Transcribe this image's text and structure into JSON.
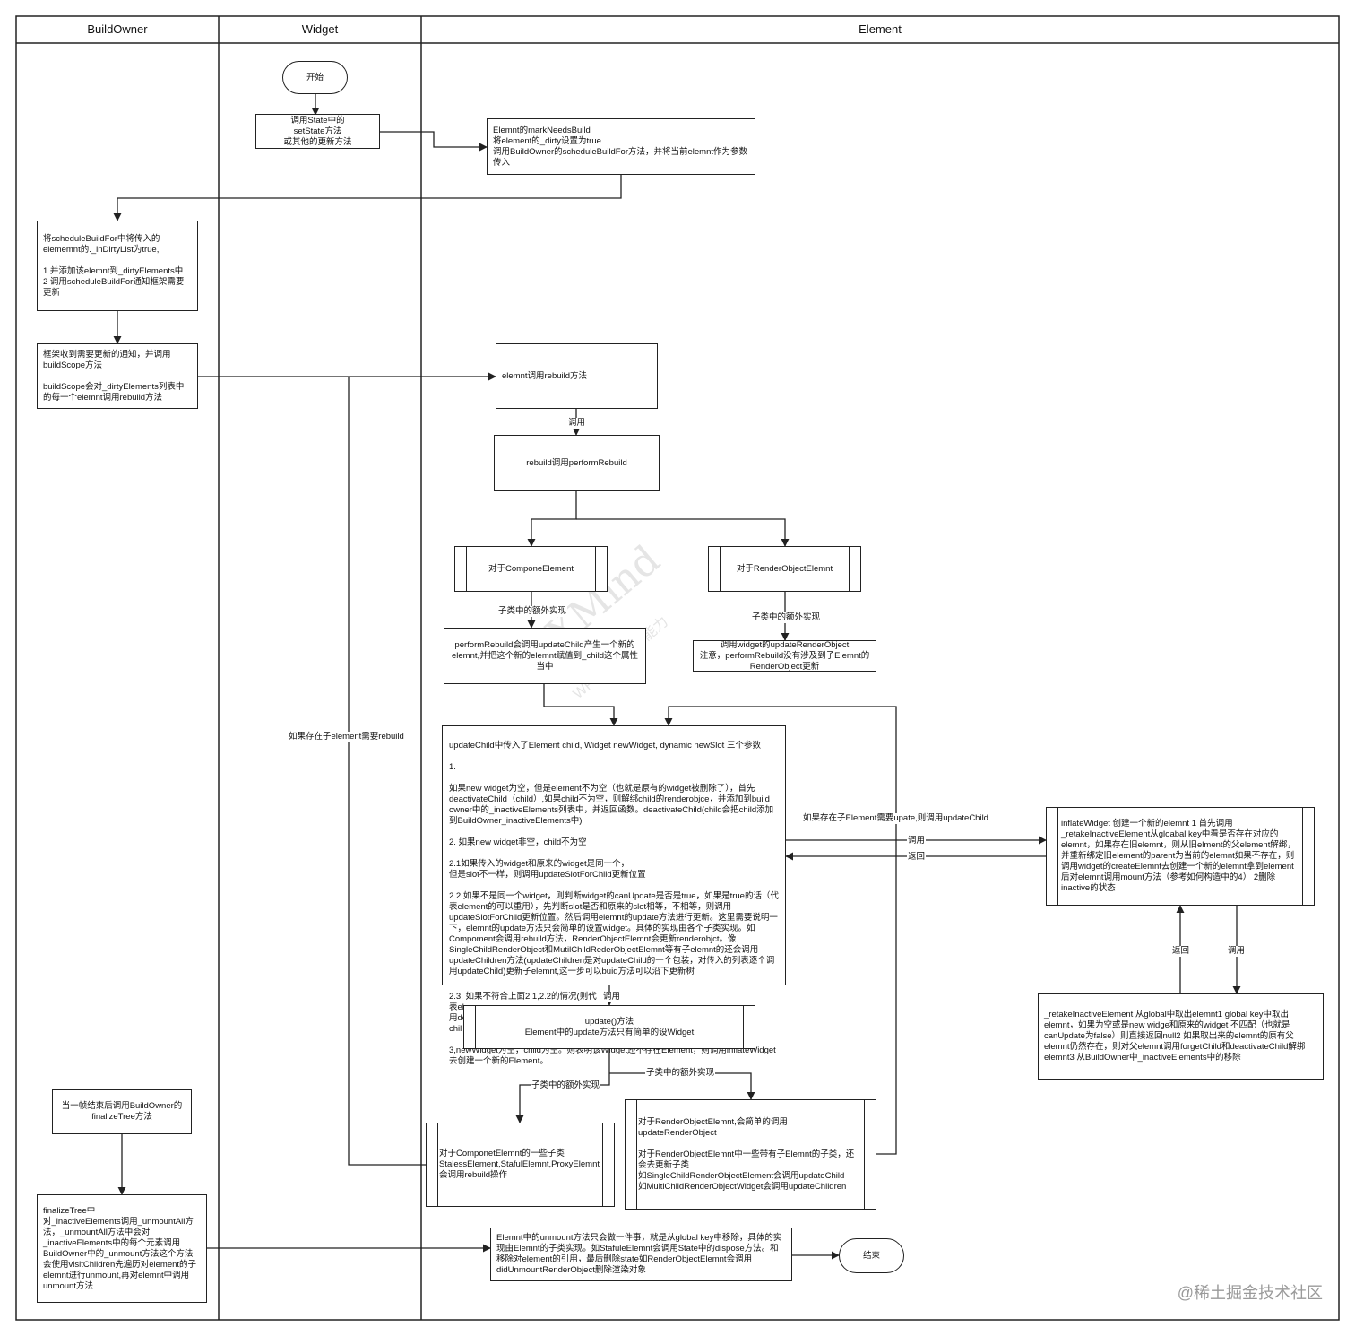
{
  "lanes": {
    "build_owner": "BuildOwner",
    "widget": "Widget",
    "element": "Element"
  },
  "nodes": {
    "start": "开始",
    "set_state": "调用State中的\nsetState方法\n或其他的更新方法",
    "mark_needs_build": "Elemnt的markNeedsBuild\n将element的_dirty设置为true\n调用BuildOwner的scheduleBuildFor方法，并将当前elemnt作为参数传入",
    "schedule_build_for": "将scheduleBuildFor中将传入的elememnt的._inDirtyList为true,\n\n1 并添加该elemnt到_dirtyElements中\n2 调用scheduleBuildFor通知框架需要更新",
    "build_scope": "框架收到需要更新的通知，并调用buildScope方法\n\nbuildScope会对_dirtyElements列表中的每一个elemnt调用rebuild方法",
    "rebuild": "elemnt调用rebuild方法",
    "perform_rebuild": "rebuild调用performRebuild",
    "component_element": "对于ComponeElement",
    "render_object_element": "对于RenderObjectElemnt",
    "perform_rebuild_detail": "performRebuild会调用updateChild产生一个新的elemnt,并把这个新的elemnt赋值到_child这个属性当中",
    "update_render_object": "调用widget的updateRenderObject\n注意，performRebuild没有涉及到子Elemnt的RenderObject更新",
    "update_child": "updateChild中传入了Element child, Widget newWidget, dynamic newSlot 三个参数\n\n1.\n\n如果new widget为空，但是element不为空（也就是原有的widget被删除了），首先deactivateChild（child）,如果child不为空，则解绑child的renderobjce，并添加到build owner中的_inactiveElements列表中，并返回函数。deactivateChild(child会把child添加到BuildOwner_inactiveElements中)\n\n2. 如果new widget非空，child不为空\n\n2.1如果传入的widget和原来的widget是同一个，\n但是slot不一样，则调用updateSlotForChild更新位置\n\n2.2 如果不是同一个widget，则判断widget的canUpdate是否是true，如果是true的话（代表element的可以重用），先判断slot是否和原来的slot相等，不相等，则调用updateSlotForChild更新位置。然后调用elemnt的update方法进行更新。这里需要说明一下，elemnt的update方法只会简单的设置widget。具体的实现由各个子类实现。如Compoment会调用rebuild方法，RenderObjectElemnt会更新renderobjct。像SingleChildRenderObject和MutilChildRederObjectElemnt等有子elemnt的还会调用updateChildren方法(updateChildren是对updateChild的一个包装，对传入的列表逐个调用updateChild)更新子elemnt,这一步可以buid方法可以沿下更新树",
    "update_child_continued": "2.3. 如果不符合上面2.1,2.2的情况(则代\n表el\n用de\nchil\n\n3,newWidget为空，child为空。则表明该Widget还不存在Element，则调用inflateWidget去创建一个新的Element。",
    "update_method": "update()方法\nElement中的update方法只有简单的设Widget",
    "inflate_widget": "inflateWidget 创建一个新的elemnt 1 首先调用_retakeInactiveElement从gloabal key中看是否存在对应的elemnt，如果存在旧elemnt，则从旧elment的父element解绑，并重新绑定旧element的parent为当前的elemnt如果不存在，则调用widget的createElemnt去创建一个新的elemnt拿到element后对elemnt调用mount方法（参考如何构造中的4） 2删除inactive的状态",
    "retake_inactive": "_retakeInactiveElement 从global中取出elemnt1 global key中取出elemnt，如果为空或是new widge和原来的widget 不匹配（也就是canUpdate为false）则直接返回null2 如果取出来的elemnt的原有父elemnt仍然存在，则对父elemnt调用forgetChild和deactivateChild解绑 elemnt3 从BuildOwner中_inactiveElements中的移除",
    "componet_subclasses": "对于ComponetElemnt的一些子类StalessElement,StafulElemnt,ProxyElemnt会调用rebuild操作",
    "render_object_update": "对于RenderObjectElemnt,会简单的调用updateRenderObject\n\n对于RenderObjectElemnt中一些带有子Elemnt的子类，还会去更新子类\n如SingleChildRenderObjectElement会调用updateChild\n如MultiChildRenderObjectWidget会调用updateChildren",
    "frame_end": "当一帧结束后调用BuildOwner的finalizeTree方法",
    "finalize_tree": "finalizeTree中\n对_inactiveElements调用_unmountAll方法，_unmountAll方法中会对_inactiveElements中的每个元素调用BuildOwner中的_unmount方法这个方法会使用visitChildren先遍历对element的子elemnt进行unmount,再对elemnt中调用unmount方法",
    "unmount": "Elemnt中的unmount方法只会做一件事，就是从global key中移除，具体的实现由Elemnt的子类实现。如StafuleElemnt会调用State中的dispose方法。和移除对element的引用，最后删除state如RenderObjectElemnt会调用didUnmountRenderObject删除渲染对象",
    "end": "结束"
  },
  "labels": {
    "call_1": "调用",
    "subclass_extra_1": "子类中的额外实现",
    "subclass_extra_2": "子类中的额外实现",
    "if_child_rebuild": "如果存在子element需要rebuild",
    "if_child_update": "如果存在子Element需要upate,则调用updateChild",
    "call_2": "调用",
    "return_1": "返回",
    "return_2": "返回",
    "call_3": "调用",
    "call_4": "调用",
    "subclass_extra_3": "子类中的额外实现",
    "subclass_extra_4": "子类中的额外实现"
  },
  "watermark": {
    "main": "XMind",
    "sub": "WPS投资协作能力"
  },
  "footer": "@稀土掘金技术社区"
}
